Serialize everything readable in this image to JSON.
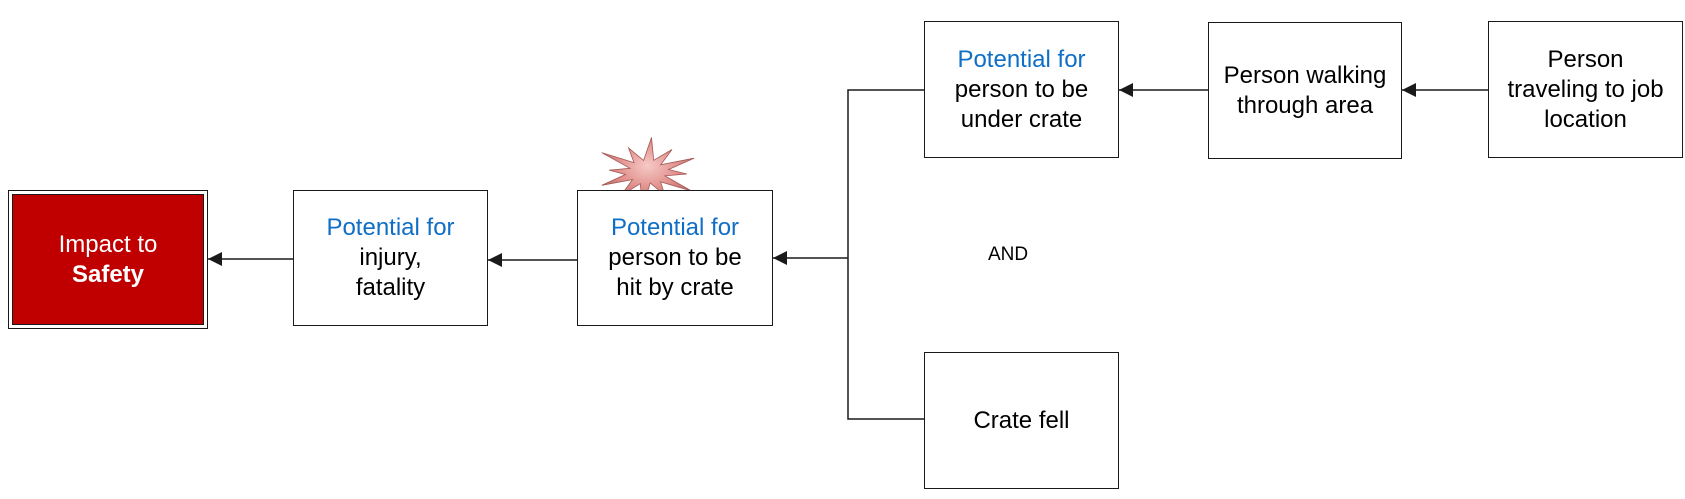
{
  "impact": {
    "line1": "Impact to",
    "line2": "Safety",
    "fill_color": "#c00000"
  },
  "nodes": {
    "injury": {
      "prefix": "Potential for",
      "line1": "injury,",
      "line2": "fatality"
    },
    "hit": {
      "prefix": "Potential for",
      "line1": "person to be",
      "line2": "hit by crate"
    },
    "under": {
      "prefix": "Potential for",
      "line1": "person to be",
      "line2": "under crate"
    },
    "walking": {
      "line1": "Person walking",
      "line2": "through area"
    },
    "traveling": {
      "line1": "Person",
      "line2": "traveling to job",
      "line3": "location"
    },
    "crate_fell": {
      "line1": "Crate fell"
    }
  },
  "gate_label": "AND",
  "accent_color": "#0f6fc6",
  "marker": "starburst-icon"
}
